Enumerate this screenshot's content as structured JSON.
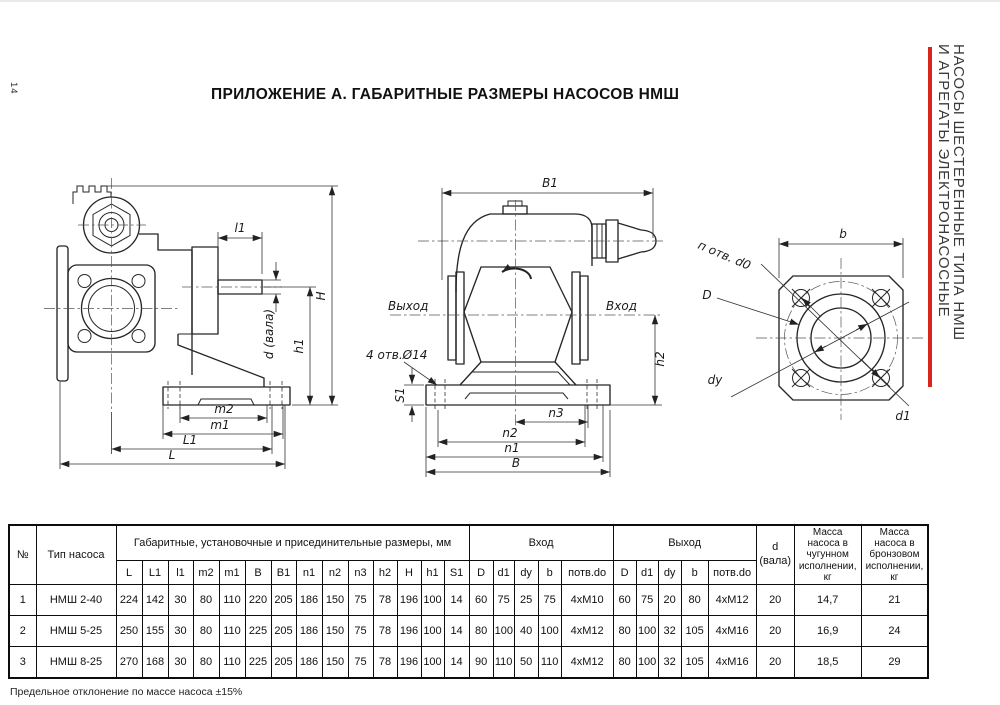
{
  "page": {
    "number": "14",
    "title": "ПРИЛОЖЕНИЕ А. ГАБАРИТНЫЕ РАЗМЕРЫ НАСОСОВ НМШ",
    "footnote": "Предельное отклонение по массе насоса ±15%"
  },
  "sidebar": {
    "line1": "НАСОСЫ ШЕСТЕРЕННЫЕ ТИПА НМШ",
    "line2": "И АГРЕГАТЫ ЭЛЕКТРОНАСОСНЫЕ",
    "accent_color": "#d9251c"
  },
  "drawings": {
    "side_view": {
      "dim_l1": "l1",
      "dim_H": "H",
      "dim_h1": "h1",
      "dim_shaft": "d (вала)",
      "dim_m2": "m2",
      "dim_m1": "m1",
      "dim_L1": "L1",
      "dim_L": "L"
    },
    "front_view": {
      "dim_B1": "B1",
      "label_outlet": "Выход",
      "label_inlet": "Вход",
      "label_holes": "4 отв.Ø14",
      "dim_S1": "S1",
      "dim_h2": "h2",
      "dim_n3": "n3",
      "dim_n2": "n2",
      "dim_n1": "n1",
      "dim_B": "B"
    },
    "flange_view": {
      "dim_b": "b",
      "label_holes": "п отв. d0",
      "dim_D": "D",
      "dim_dy": "dy",
      "dim_d1": "d1"
    }
  },
  "table": {
    "col_headers": {
      "num": "№",
      "type": "Тип насоса",
      "dims_group": "Габаритные, установочные и присединительные размеры, мм",
      "dims": [
        "L",
        "L1",
        "l1",
        "m2",
        "m1",
        "B",
        "B1",
        "n1",
        "n2",
        "n3",
        "h2",
        "H",
        "h1",
        "S1"
      ],
      "inlet_group": "Вход",
      "outlet_group": "Выход",
      "conn": [
        "D",
        "d1",
        "dy",
        "b",
        "потв.do"
      ],
      "shaft_line1": "d",
      "shaft_line2": "(вала)",
      "mass_iron": "Масса насоса в чугунном исполнении, кг",
      "mass_bronze": "Масса насоса в бронзовом исполнении, кг"
    },
    "rows": [
      {
        "num": "1",
        "type": "НМШ 2-40",
        "dims": [
          "224",
          "142",
          "30",
          "80",
          "110",
          "220",
          "205",
          "186",
          "150",
          "75",
          "78",
          "196",
          "100",
          "14"
        ],
        "inlet": [
          "60",
          "75",
          "25",
          "75",
          "4хМ10"
        ],
        "outlet": [
          "60",
          "75",
          "20",
          "80",
          "4хМ12"
        ],
        "shaft": "20",
        "mass_iron": "14,7",
        "mass_bronze": "21"
      },
      {
        "num": "2",
        "type": "НМШ 5-25",
        "dims": [
          "250",
          "155",
          "30",
          "80",
          "110",
          "225",
          "205",
          "186",
          "150",
          "75",
          "78",
          "196",
          "100",
          "14"
        ],
        "inlet": [
          "80",
          "100",
          "40",
          "100",
          "4хМ12"
        ],
        "outlet": [
          "80",
          "100",
          "32",
          "105",
          "4хМ16"
        ],
        "shaft": "20",
        "mass_iron": "16,9",
        "mass_bronze": "24"
      },
      {
        "num": "3",
        "type": "НМШ 8-25",
        "dims": [
          "270",
          "168",
          "30",
          "80",
          "110",
          "225",
          "205",
          "186",
          "150",
          "75",
          "78",
          "196",
          "100",
          "14"
        ],
        "inlet": [
          "90",
          "110",
          "50",
          "110",
          "4хМ12"
        ],
        "outlet": [
          "80",
          "100",
          "32",
          "105",
          "4хМ16"
        ],
        "shaft": "20",
        "mass_iron": "18,5",
        "mass_bronze": "29"
      }
    ]
  }
}
